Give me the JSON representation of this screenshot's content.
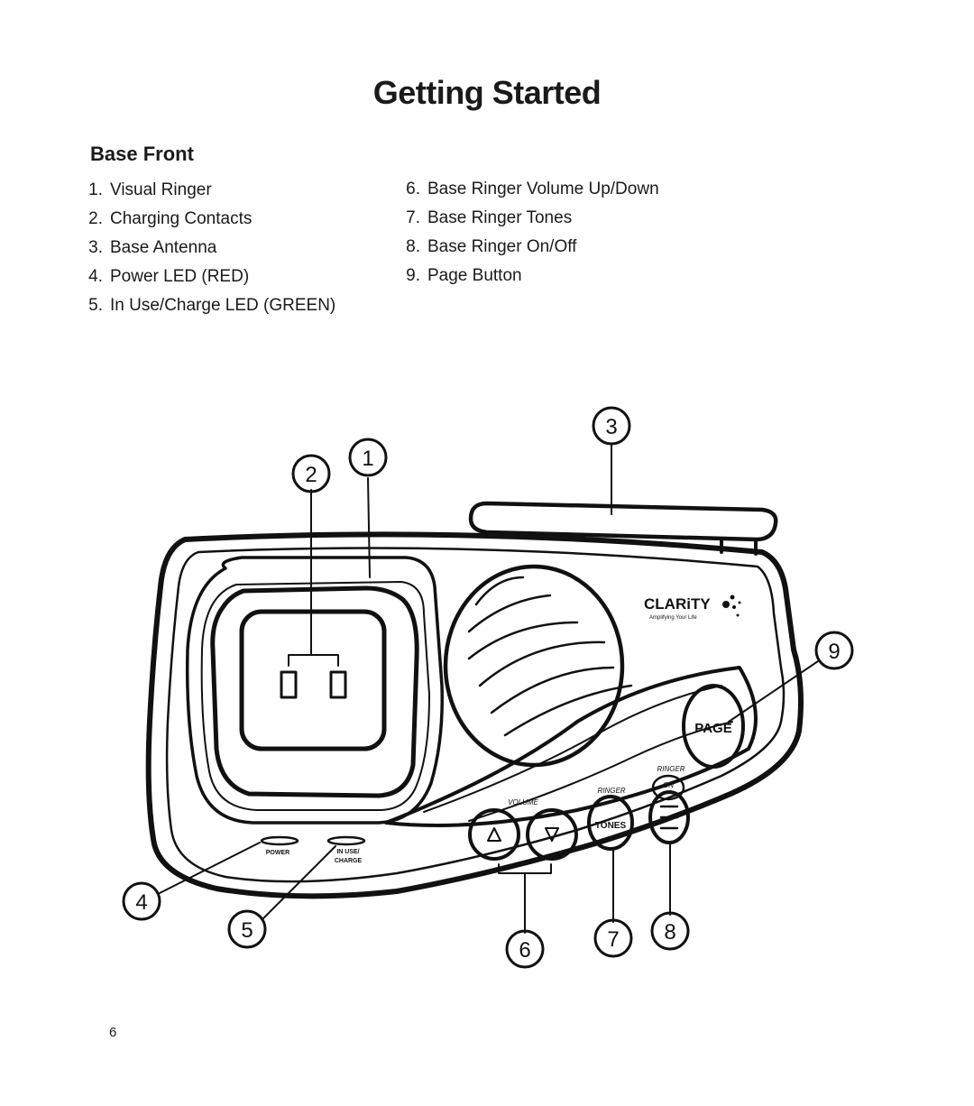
{
  "page": {
    "title": "Getting Started",
    "section_heading": "Base Front",
    "page_number": "6"
  },
  "parts_left": [
    {
      "num": "1.",
      "label": "Visual Ringer"
    },
    {
      "num": "2.",
      "label": "Charging Contacts"
    },
    {
      "num": "3.",
      "label": "Base Antenna"
    },
    {
      "num": "4.",
      "label": "Power LED (RED)"
    },
    {
      "num": "5.",
      "label": "In Use/Charge LED (GREEN)"
    }
  ],
  "parts_right": [
    {
      "num": "6.",
      "label": "Base Ringer Volume Up/Down"
    },
    {
      "num": "7.",
      "label": "Base Ringer Tones"
    },
    {
      "num": "8.",
      "label": "Base Ringer On/Off"
    },
    {
      "num": "9.",
      "label": "Page Button"
    }
  ],
  "callouts": {
    "c1": "1",
    "c2": "2",
    "c3": "3",
    "c4": "4",
    "c5": "5",
    "c6": "6",
    "c7": "7",
    "c8": "8",
    "c9": "9"
  },
  "device": {
    "brand": "CLARiTY",
    "tagline": "Amplifying Your Life",
    "page_button": "PAGE",
    "ringer_label_top": "RINGER",
    "on_label": "ON",
    "ringer_label": "RINGER",
    "tones_button": "TONES",
    "volume_label": "VOLUME",
    "power_label": "POWER",
    "in_use_label_1": "IN USE/",
    "in_use_label_2": "CHARGE"
  }
}
